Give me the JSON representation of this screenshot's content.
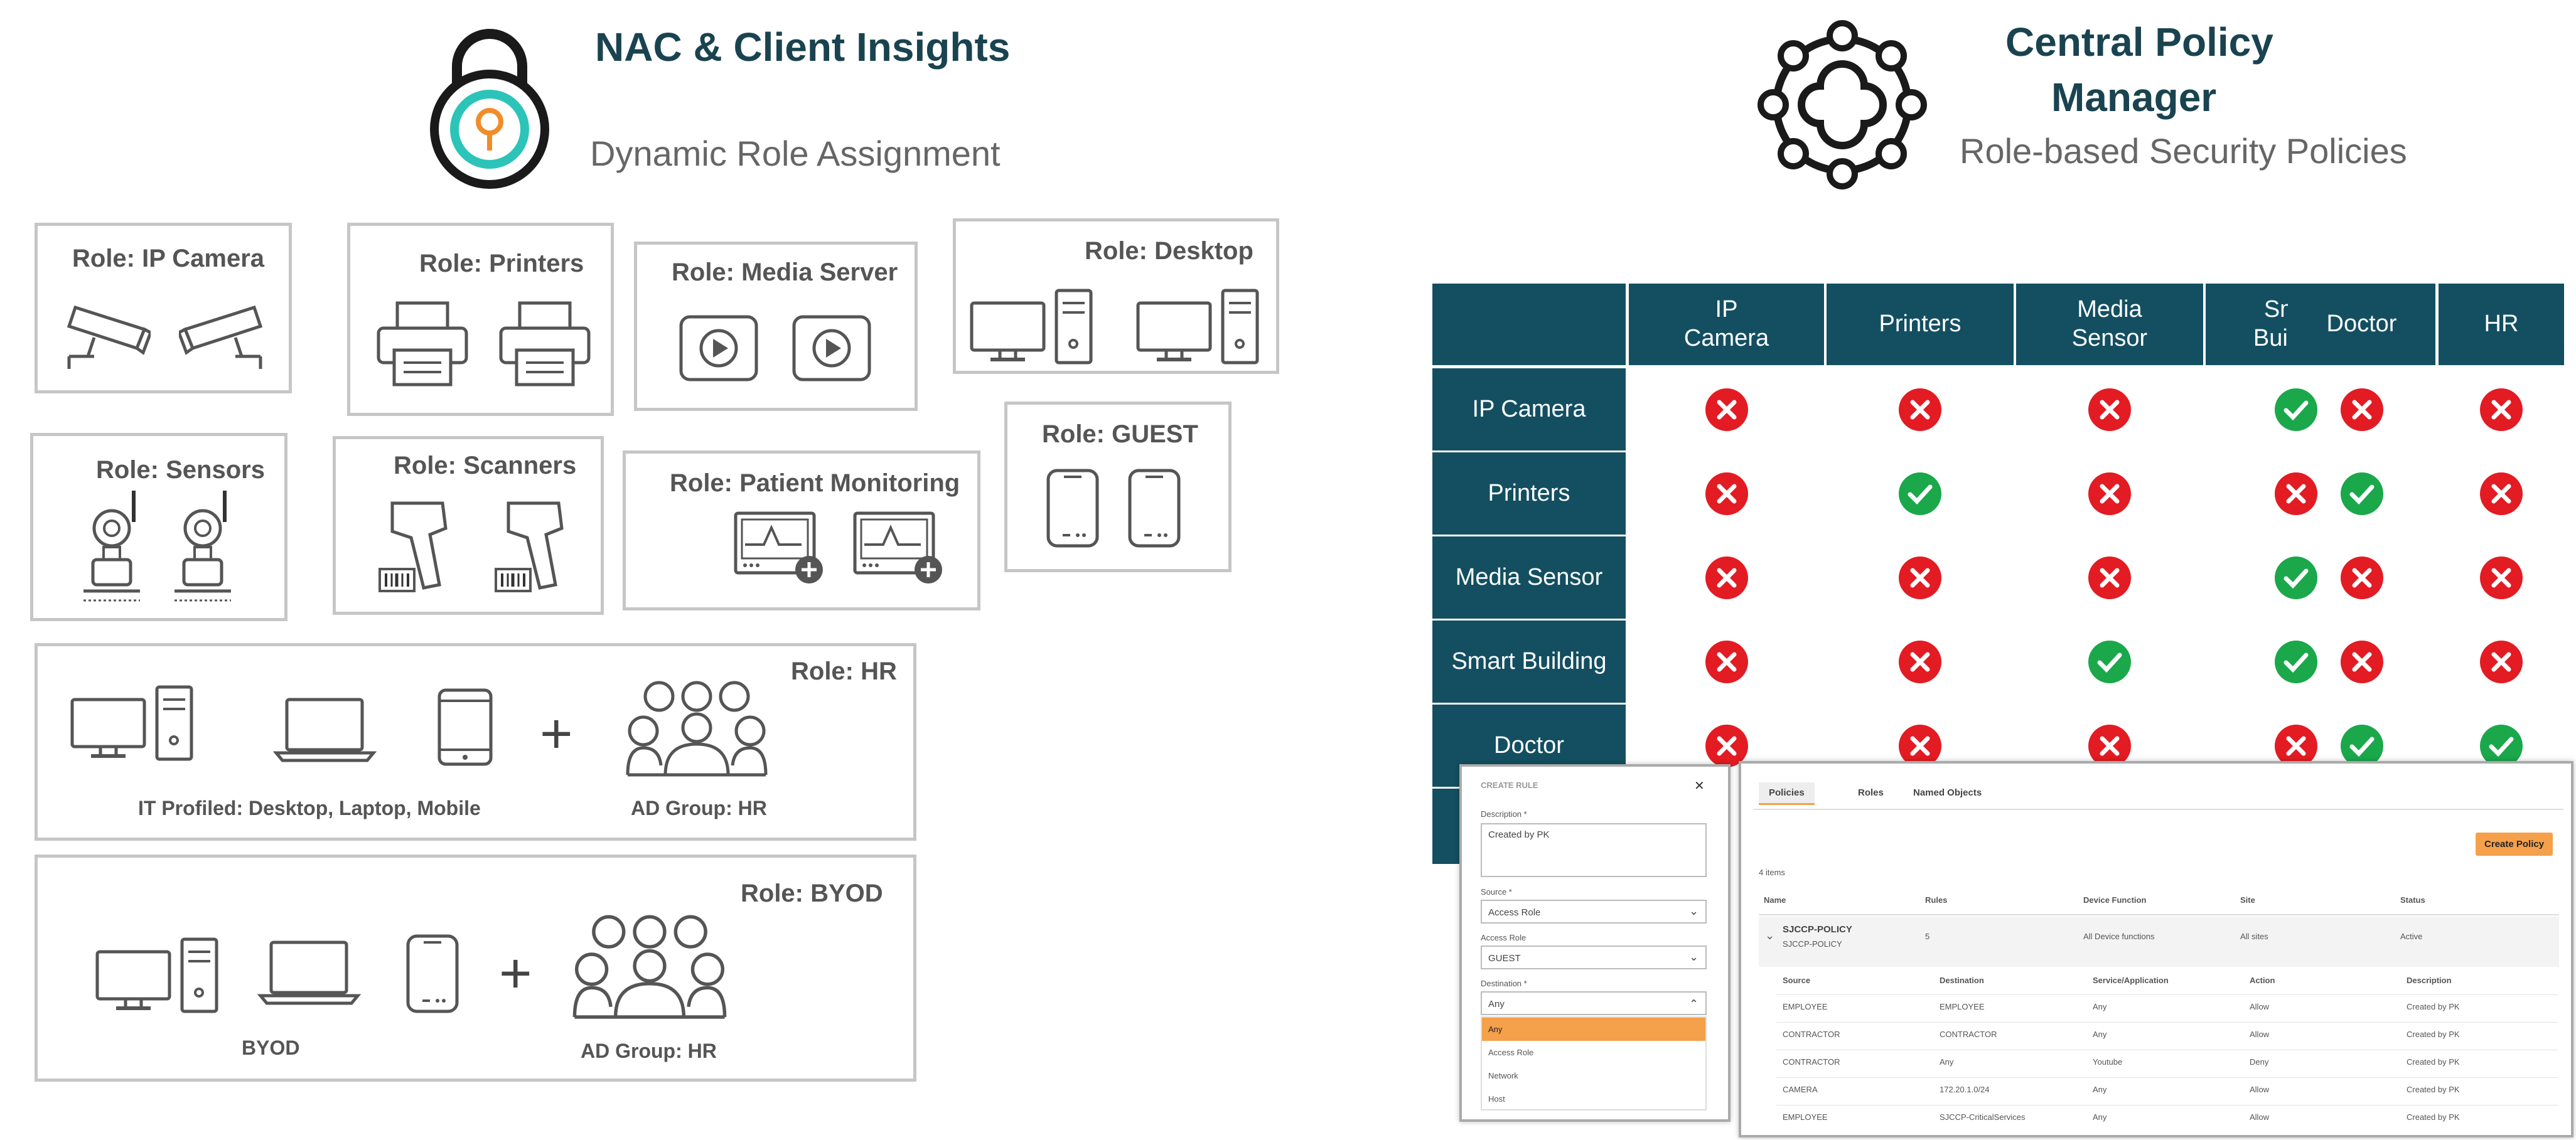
{
  "left": {
    "title": "NAC & Client Insights",
    "subtitle": "Dynamic Role Assignment",
    "icon": "padlock-icon",
    "roles": {
      "ip_camera": "Role: IP Camera",
      "printers": "Role: Printers",
      "media_server": "Role: Media Server",
      "desktop": "Role: Desktop",
      "sensors": "Role: Sensors",
      "scanners": "Role: Scanners",
      "patient_monitoring": "Role: Patient Monitoring",
      "guest": "Role: GUEST",
      "hr": "Role: HR",
      "byod": "Role: BYOD"
    },
    "hr_caption_devices": "IT Profiled: Desktop, Laptop, Mobile",
    "hr_caption_group": "AD Group: HR",
    "byod_caption_devices": "BYOD",
    "byod_caption_group": "AD Group: HR",
    "plus": "+"
  },
  "right": {
    "title_line1": "Central Policy",
    "title_line2": "Manager",
    "subtitle": "Role-based Security Policies",
    "icon": "network-hub-icon"
  },
  "matrix": {
    "columns": [
      "IP Camera",
      "Printers",
      "Media Sensor",
      "Smart Building",
      "Doctor",
      "HR"
    ],
    "column_lines": [
      [
        "IP",
        "Camera"
      ],
      [
        "Printers"
      ],
      [
        "Media",
        "Sensor"
      ],
      [
        "Smart",
        "Building"
      ],
      [
        "Doctor"
      ],
      [
        "HR"
      ]
    ],
    "rows": [
      "IP Camera",
      "Printers",
      "Media Sensor",
      "Smart Building",
      "Doctor"
    ],
    "cells": [
      [
        "deny",
        "deny",
        "deny",
        "allow",
        "deny",
        "deny"
      ],
      [
        "deny",
        "allow",
        "deny",
        "deny",
        "allow",
        "deny"
      ],
      [
        "deny",
        "deny",
        "deny",
        "allow",
        "deny",
        "deny"
      ],
      [
        "deny",
        "deny",
        "allow",
        "allow",
        "deny",
        "deny"
      ],
      [
        "deny",
        "deny",
        "deny",
        "deny",
        "allow",
        "allow"
      ]
    ],
    "colors": {
      "header": "#134f61",
      "allow": "#1aa84a",
      "deny": "#e31b23"
    }
  },
  "create_rule": {
    "title": "CREATE RULE",
    "close": "✕",
    "description_label": "Description *",
    "description_value": "Created by PK",
    "source_label": "Source *",
    "source_value": "Access Role",
    "access_role_label": "Access Role",
    "access_role_value": "GUEST",
    "destination_label": "Destination *",
    "destination_value": "Any",
    "dropdown_options": [
      "Any",
      "Access Role",
      "Network",
      "Host"
    ]
  },
  "policies": {
    "tabs": [
      "Policies",
      "Roles",
      "Named Objects"
    ],
    "create_button": "Create Policy",
    "count": "4 items",
    "headers": [
      "Name",
      "Rules",
      "Device Function",
      "Site",
      "Status"
    ],
    "policy": {
      "name": "SJCCP-POLICY",
      "sub": "SJCCP-POLICY",
      "rules": "5",
      "device_function": "All Device functions",
      "site": "All sites",
      "status": "Active"
    },
    "rule_headers": [
      "Source",
      "Destination",
      "Service/Application",
      "Action",
      "Description"
    ],
    "rule_rows": [
      [
        "EMPLOYEE",
        "EMPLOYEE",
        "Any",
        "Allow",
        "Created by PK"
      ],
      [
        "CONTRACTOR",
        "CONTRACTOR",
        "Any",
        "Allow",
        "Created by PK"
      ],
      [
        "CONTRACTOR",
        "Any",
        "Youtube",
        "Deny",
        "Created by PK"
      ],
      [
        "CAMERA",
        "172.20.1.0/24",
        "Any",
        "Allow",
        "Created by PK"
      ],
      [
        "EMPLOYEE",
        "SJCCP-CriticalServices",
        "Any",
        "Allow",
        "Created by PK"
      ]
    ],
    "accent": "#f5a04a"
  }
}
